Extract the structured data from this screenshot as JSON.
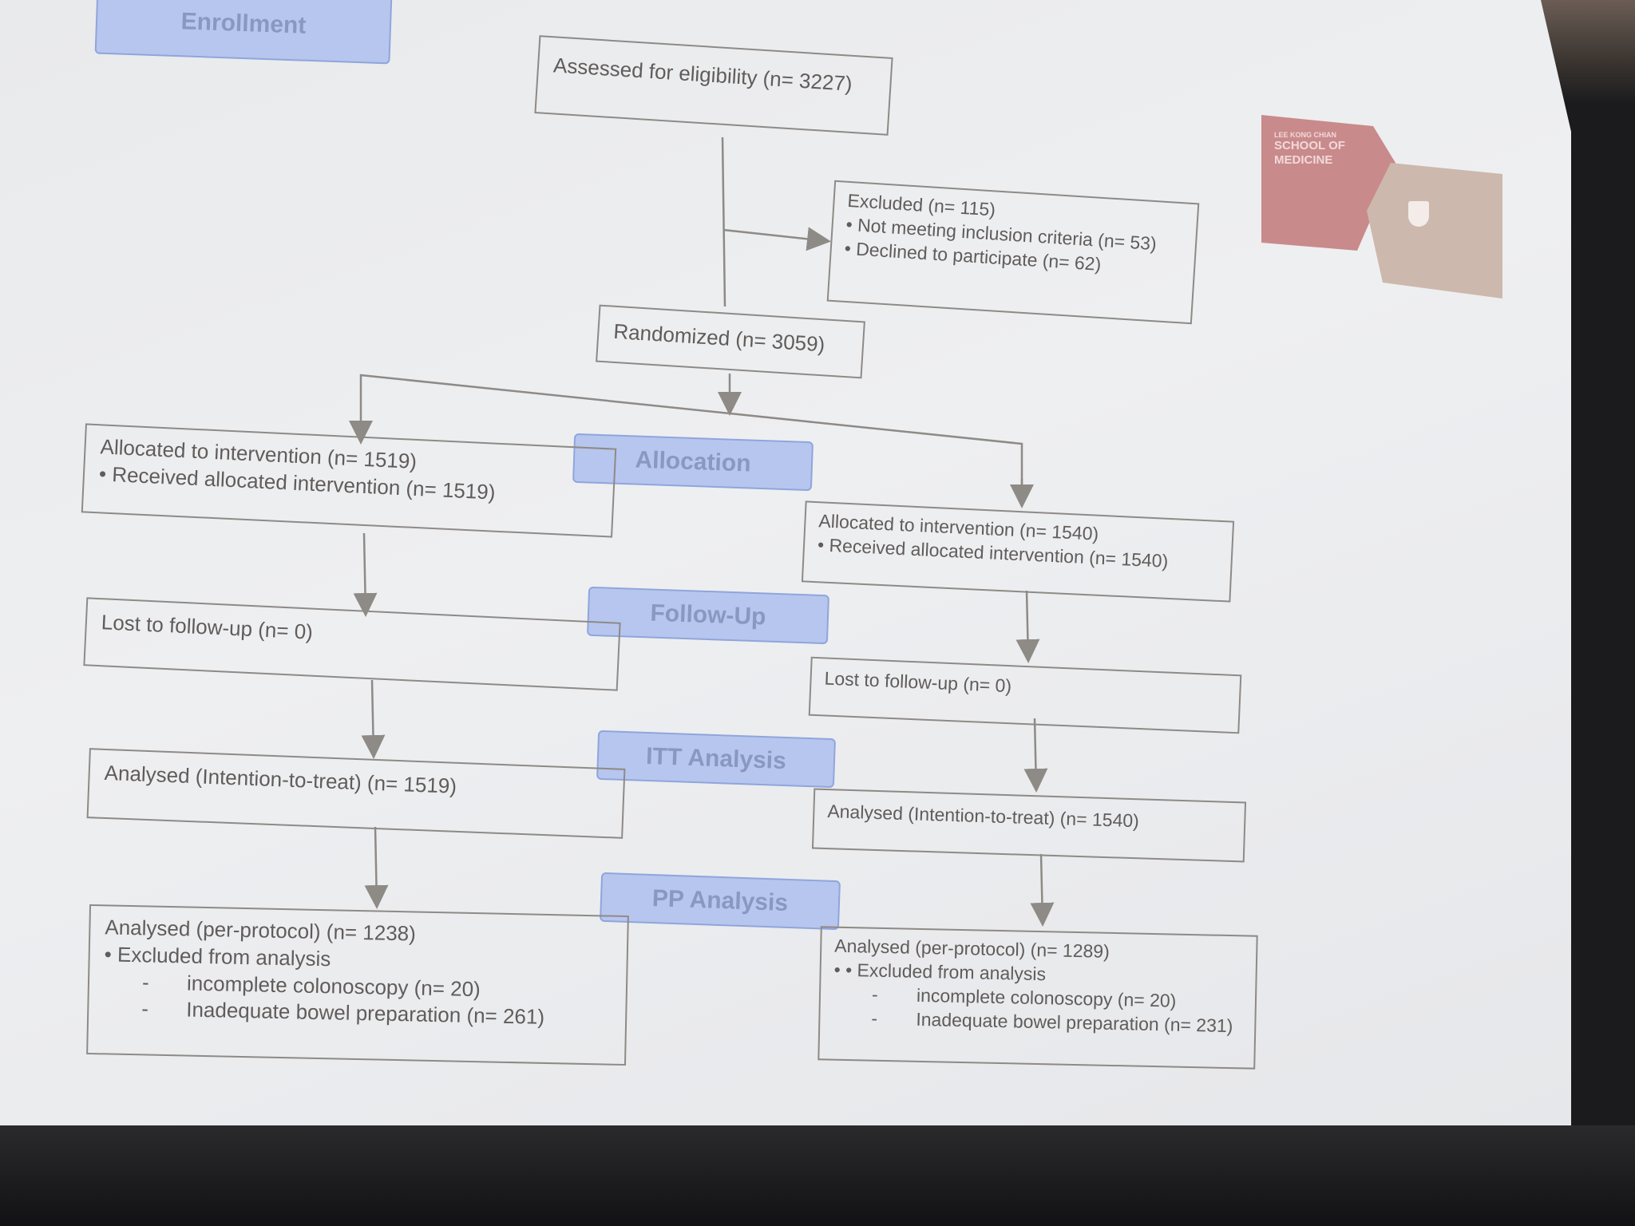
{
  "stages": {
    "enrollment": "Enrollment",
    "allocation": "Allocation",
    "follow_up": "Follow-Up",
    "itt": "ITT Analysis",
    "pp": "PP Analysis"
  },
  "assessed": "Assessed for eligibility (n= 3227)",
  "excluded": {
    "title": "Excluded (n= 115)",
    "reasons": [
      "Not meeting inclusion criteria (n= 53)",
      "Declined to participate (n= 62)"
    ]
  },
  "randomized": "Randomized (n= 3059)",
  "left": {
    "allocated": "Allocated to intervention (n= 1519)",
    "received": "Received allocated intervention (n= 1519)",
    "lost": "Lost to follow-up (n= 0)",
    "itt": "Analysed (Intention-to-treat) (n= 1519)",
    "pp": "Analysed (per-protocol) (n= 1238)",
    "excluded": "Excluded from analysis",
    "reasons": [
      "incomplete colonoscopy (n= 20)",
      "Inadequate bowel preparation (n= 261)"
    ]
  },
  "right": {
    "allocated": "Allocated to intervention (n= 1540)",
    "received": "Received allocated intervention (n= 1540)",
    "lost": "Lost to follow-up (n= 0)",
    "itt": "Analysed (Intention-to-treat) (n= 1540)",
    "pp": "Analysed (per-protocol) (n= 1289)",
    "excluded": "• Excluded from analysis",
    "reasons": [
      "incomplete colonoscopy (n= 20)",
      "Inadequate bowel preparation (n= 231)"
    ]
  },
  "logo": {
    "school_top": "LEE KONG CHIAN",
    "school": "SCHOOL OF MEDICINE"
  },
  "colors": {
    "stage_tag": "#b7c6ee",
    "box_border": "#8e8a86",
    "logo_red": "#c98a8c",
    "logo_beige": "#cdb8ae"
  }
}
